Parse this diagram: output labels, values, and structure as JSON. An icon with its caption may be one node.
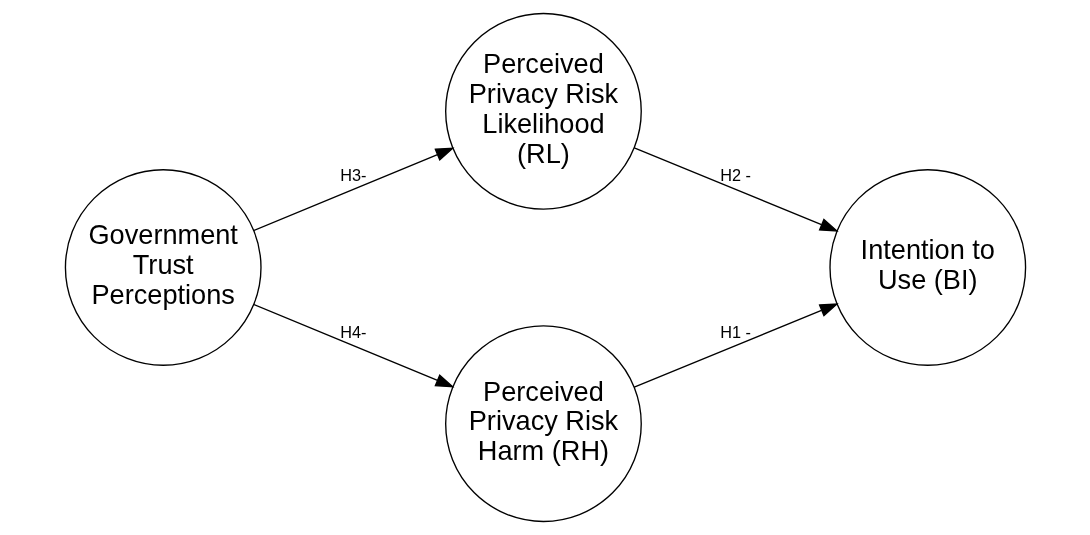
{
  "diagram": {
    "nodes": [
      {
        "text": [
          "Government Trust Perceptions"
        ]
      },
      {
        "text": [
          "Perceived Privacy Risk Likelihood (RL)"
        ]
      },
      {
        "text": [
          "Perceived Privacy Risk Harm (RH)"
        ]
      },
      {
        "text": [
          "Intention to Use (BI)"
        ]
      }
    ],
    "edges": [
      {
        "from": 0,
        "to": 1,
        "arrow": "to",
        "label": "H3-"
      },
      {
        "from": 1,
        "to": 3,
        "arrow": "to",
        "label": "H2 -"
      },
      {
        "from": 0,
        "to": 2,
        "arrow": "to",
        "label": "H4-"
      },
      {
        "from": 2,
        "to": 3,
        "arrow": "to",
        "label": "H1 -"
      }
    ]
  }
}
